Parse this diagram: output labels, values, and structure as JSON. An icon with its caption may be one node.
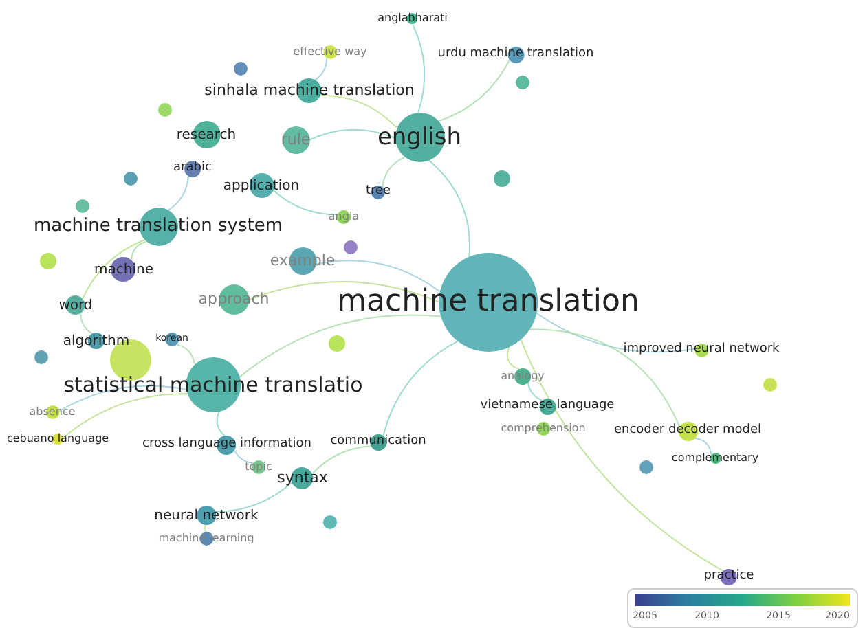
{
  "diagram": {
    "nodes": [
      {
        "text": [
          "anglabharati"
        ]
      },
      {
        "text": [
          "urdu machine translation"
        ]
      },
      {
        "text": [
          "effective way"
        ]
      },
      {
        "text": [
          "sinhala machine translation"
        ]
      },
      {
        "text": [
          "english"
        ]
      },
      {
        "text": [
          "research"
        ]
      },
      {
        "text": [
          "rule"
        ]
      },
      {
        "text": [
          "tree"
        ]
      },
      {
        "text": [
          "arabic"
        ]
      },
      {
        "text": [
          "application"
        ]
      },
      {
        "text": [
          "angla"
        ]
      },
      {
        "text": [
          "machine translation system"
        ]
      },
      {
        "text": [
          "example"
        ]
      },
      {
        "text": [
          "machine"
        ]
      },
      {
        "text": [
          "approach"
        ]
      },
      {
        "text": [
          "word"
        ]
      },
      {
        "text": [
          "algorithm"
        ]
      },
      {
        "text": [
          "korean"
        ]
      },
      {
        "text": [
          "machine translation"
        ]
      },
      {
        "text": [
          "statistical machine translatio"
        ]
      },
      {
        "text": [
          "absence"
        ]
      },
      {
        "text": [
          "cebuano language"
        ]
      },
      {
        "text": [
          "cross language information"
        ]
      },
      {
        "text": [
          "topic"
        ]
      },
      {
        "text": [
          "communication"
        ]
      },
      {
        "text": [
          "syntax"
        ]
      },
      {
        "text": [
          "neural network"
        ]
      },
      {
        "text": [
          "machine learning"
        ]
      },
      {
        "text": [
          "improved neural network"
        ]
      },
      {
        "text": [
          "analogy"
        ]
      },
      {
        "text": [
          "vietnamese language"
        ]
      },
      {
        "text": [
          "comprehension"
        ]
      },
      {
        "text": [
          "encoder decoder model"
        ]
      },
      {
        "text": [
          "complementary"
        ]
      },
      {
        "text": [
          "practice"
        ]
      }
    ],
    "edges": [
      {
        "from": 18,
        "to": 4,
        "arrow": "none"
      },
      {
        "from": 18,
        "to": 19,
        "arrow": "none"
      },
      {
        "from": 18,
        "to": 12,
        "arrow": "none"
      },
      {
        "from": 18,
        "to": 14,
        "arrow": "none"
      },
      {
        "from": 18,
        "to": 24,
        "arrow": "none"
      },
      {
        "from": 24,
        "to": 25,
        "arrow": "none"
      },
      {
        "from": 18,
        "to": 28,
        "arrow": "none"
      },
      {
        "from": 18,
        "to": 29,
        "arrow": "none"
      },
      {
        "from": 29,
        "to": 30,
        "arrow": "none"
      },
      {
        "from": 18,
        "to": 32,
        "arrow": "none"
      },
      {
        "from": 32,
        "to": 33,
        "arrow": "none"
      },
      {
        "from": 18,
        "to": 34,
        "arrow": "none"
      },
      {
        "from": 4,
        "to": 0,
        "arrow": "none"
      },
      {
        "from": 4,
        "to": 1,
        "arrow": "none"
      },
      {
        "from": 3,
        "to": 2,
        "arrow": "none"
      },
      {
        "from": 4,
        "to": 3,
        "arrow": "none"
      },
      {
        "from": 4,
        "to": 6,
        "arrow": "none"
      },
      {
        "from": 4,
        "to": 7,
        "arrow": "none"
      },
      {
        "from": 19,
        "to": 20,
        "arrow": "none"
      },
      {
        "from": 19,
        "to": 21,
        "arrow": "none"
      },
      {
        "from": 19,
        "to": 22,
        "arrow": "none"
      },
      {
        "from": 19,
        "to": 17,
        "arrow": "none"
      },
      {
        "from": 22,
        "to": 23,
        "arrow": "none"
      },
      {
        "from": 26,
        "to": 27,
        "arrow": "none"
      },
      {
        "from": 26,
        "to": 25,
        "arrow": "none"
      },
      {
        "from": 11,
        "to": 13,
        "arrow": "none"
      },
      {
        "from": 11,
        "to": 8,
        "arrow": "none"
      },
      {
        "from": 11,
        "to": 15,
        "arrow": "none"
      },
      {
        "from": 9,
        "to": 10,
        "arrow": "none"
      },
      {
        "from": 15,
        "to": 16,
        "arrow": "none"
      }
    ],
    "labels": [
      "2005",
      "2010",
      "2015",
      "2020"
    ]
  }
}
